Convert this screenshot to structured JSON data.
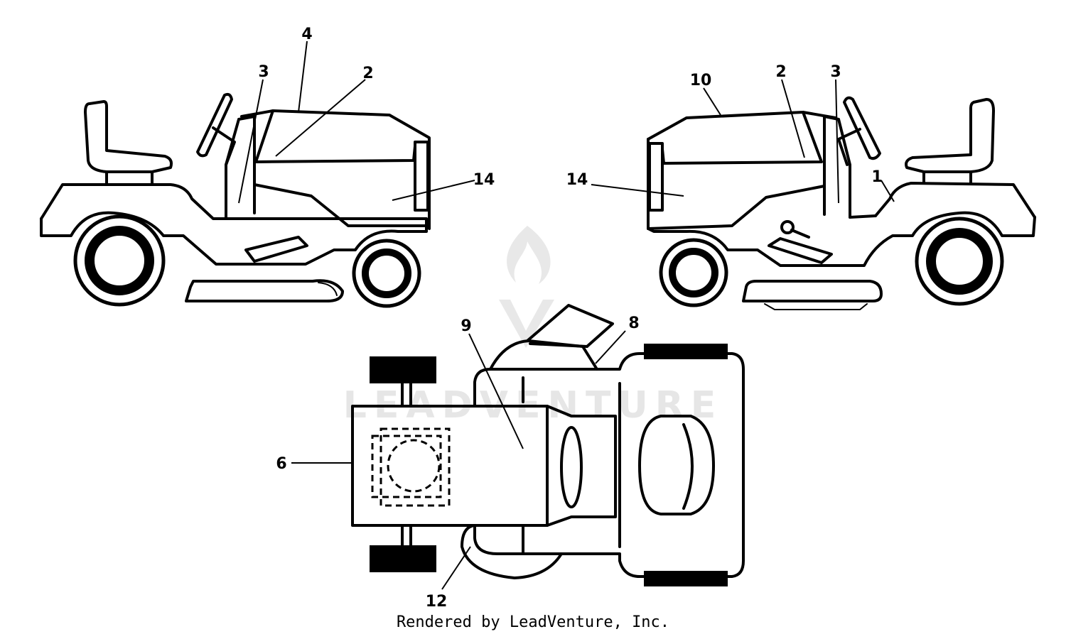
{
  "watermark": {
    "text": "LEADVENTURE"
  },
  "callouts": {
    "left_view": {
      "c4": "4",
      "c3": "3",
      "c2": "2",
      "c14": "14"
    },
    "right_view": {
      "c10": "10",
      "c2": "2",
      "c3": "3",
      "c1": "1",
      "c14": "14"
    },
    "top_view": {
      "c9": "9",
      "c8": "8",
      "c6": "6",
      "c12": "12"
    }
  },
  "footer": {
    "credit": "Rendered by LeadVenture, Inc."
  },
  "colors": {
    "line": "#000000",
    "background": "#ffffff",
    "watermark": "#e6e6e6"
  }
}
